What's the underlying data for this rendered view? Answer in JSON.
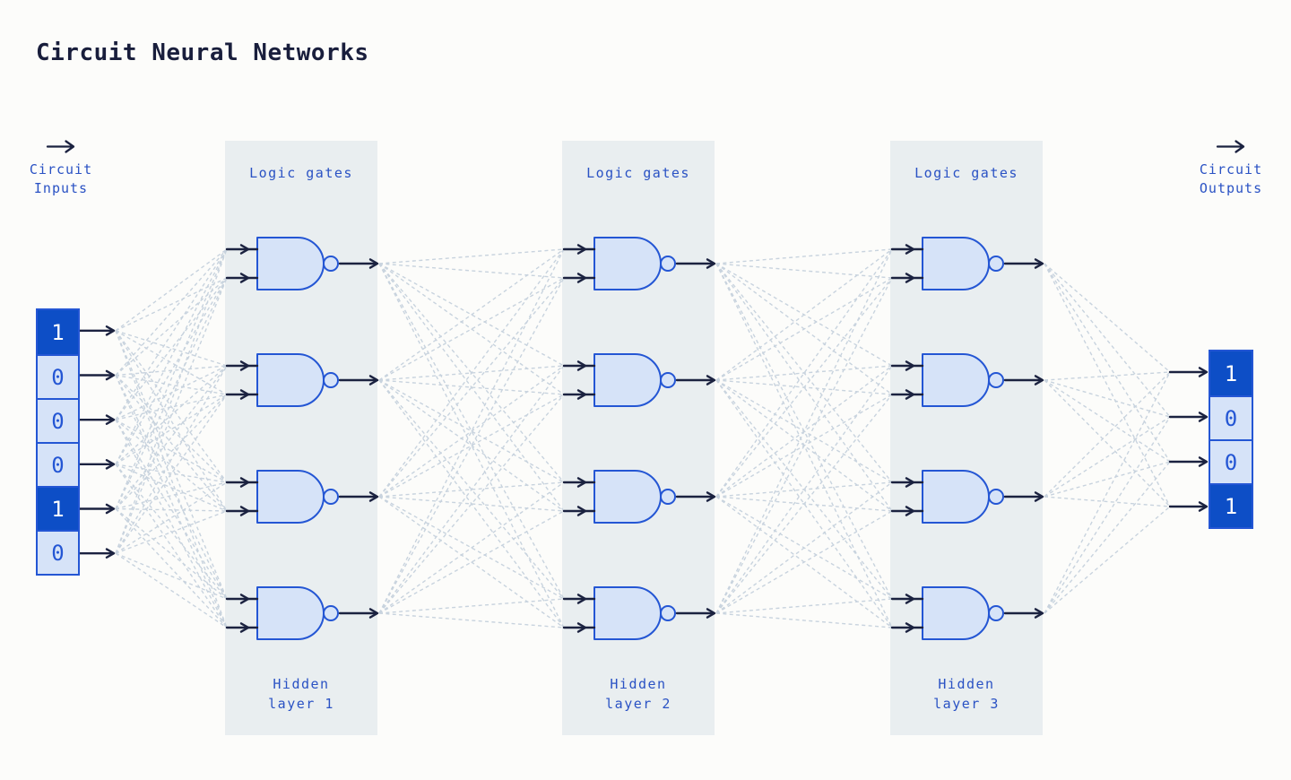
{
  "title": "Circuit Neural Networks",
  "inputs": {
    "label_lines": [
      "Circuit",
      "Inputs"
    ],
    "bits": [
      "1",
      "0",
      "0",
      "0",
      "1",
      "0"
    ]
  },
  "outputs": {
    "label_lines": [
      "Circuit",
      "Outputs"
    ],
    "bits": [
      "1",
      "0",
      "0",
      "1"
    ]
  },
  "layers": [
    {
      "top_label": "Logic gates",
      "bottom_label_lines": [
        "Hidden",
        "layer 1"
      ],
      "gate_count": 4,
      "gate_type": "NAND"
    },
    {
      "top_label": "Logic gates",
      "bottom_label_lines": [
        "Hidden",
        "layer 2"
      ],
      "gate_count": 4,
      "gate_type": "NAND"
    },
    {
      "top_label": "Logic gates",
      "bottom_label_lines": [
        "Hidden",
        "layer 3"
      ],
      "gate_count": 4,
      "gate_type": "NAND"
    }
  ],
  "colors": {
    "page_bg": "#fcfcfa",
    "panel_bg": "#e9eef0",
    "accent_blue": "#2a52c4",
    "dark_navy": "#1b2240",
    "bit_on_bg": "#0d4ec6",
    "bit_off_bg": "#d6e3f8",
    "gate_fill": "#d6e3f8",
    "gate_border": "#2456d4",
    "connection_dash": "#c8d3de",
    "title_color": "#191e3c"
  }
}
